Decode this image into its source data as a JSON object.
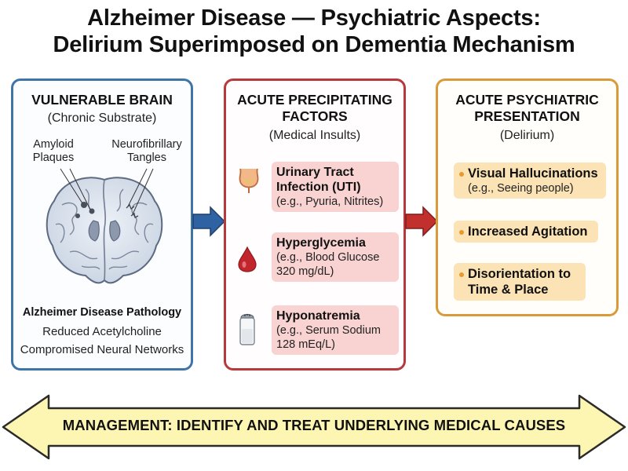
{
  "title": {
    "line1": "Alzheimer Disease — Psychiatric Aspects:",
    "line2": "Delirium Superimposed on Dementia Mechanism"
  },
  "left_panel": {
    "heading": "VULNERABLE BRAIN",
    "subheading": "(Chronic Substrate)",
    "label_plaques_1": "Amyloid",
    "label_plaques_2": "Plaques",
    "label_tangles_1": "Neurofibrillary",
    "label_tangles_2": "Tangles",
    "pathology_title": "Alzheimer Disease Pathology",
    "pathology_line1": "Reduced Acetylcholine",
    "pathology_line2": "Compromised Neural Networks",
    "border_color": "#3f74a6"
  },
  "middle_panel": {
    "heading_line1": "ACUTE PRECIPITATING",
    "heading_line2": "FACTORS",
    "subheading": "(Medical Insults)",
    "border_color": "#b8393b",
    "factors": [
      {
        "name_line1": "Urinary Tract",
        "name_line2": "Infection (UTI)",
        "desc_line1": "(e.g., Pyuria, Nitrites)",
        "icon": "bladder-icon"
      },
      {
        "name_line1": "Hyperglycemia",
        "desc_line1": "(e.g., Blood Glucose",
        "desc_line2": "320 mg/dL)",
        "icon": "blood-drop-icon"
      },
      {
        "name_line1": "Hyponatremia",
        "desc_line1": "(e.g., Serum Sodium",
        "desc_line2": "128 mEq/L)",
        "icon": "salt-shaker-icon"
      }
    ]
  },
  "right_panel": {
    "heading_line1": "ACUTE PSYCHIATRIC",
    "heading_line2": "PRESENTATION",
    "subheading": "(Delirium)",
    "border_color": "#d99a3a",
    "symptoms": [
      {
        "name_line1": "Visual Hallucinations",
        "desc_line1": "(e.g., Seeing people)"
      },
      {
        "name_line1": "Increased Agitation"
      },
      {
        "name_line1": "Disorientation to",
        "name_line2": "Time & Place"
      }
    ]
  },
  "banner": {
    "text": "MANAGEMENT: IDENTIFY AND TREAT UNDERLYING MEDICAL CAUSES",
    "fill_color": "#fdf6b2"
  },
  "arrows": {
    "left_arrow_color": "#2f62a3",
    "right_arrow_color": "#c2302e"
  }
}
